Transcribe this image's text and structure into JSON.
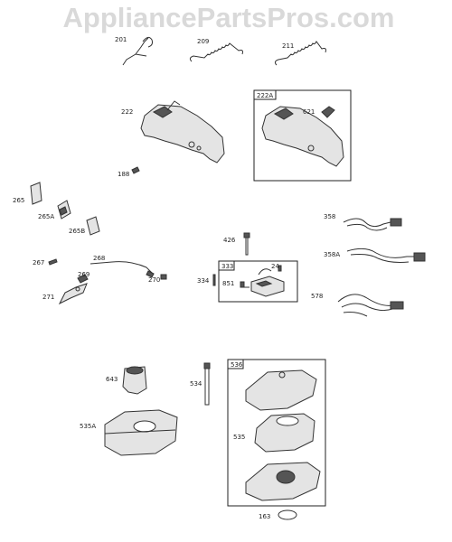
{
  "watermark": "AppliancePartsPros.com",
  "parts": {
    "p201": "201",
    "p209": "209",
    "p211": "211",
    "p222": "222",
    "p222A": "222A",
    "p621": "621",
    "p188": "188",
    "p265": "265",
    "p265A": "265A",
    "p265B": "265B",
    "p267": "267",
    "p268": "268",
    "p269": "269",
    "p270": "270",
    "p271": "271",
    "p426": "426",
    "p333": "333",
    "p24": "24",
    "p334": "334",
    "p851": "851",
    "p358": "358",
    "p358A": "358A",
    "p578": "578",
    "p643": "643",
    "p534": "534",
    "p535A": "535A",
    "p536": "536",
    "p535": "535",
    "p163": "163"
  }
}
